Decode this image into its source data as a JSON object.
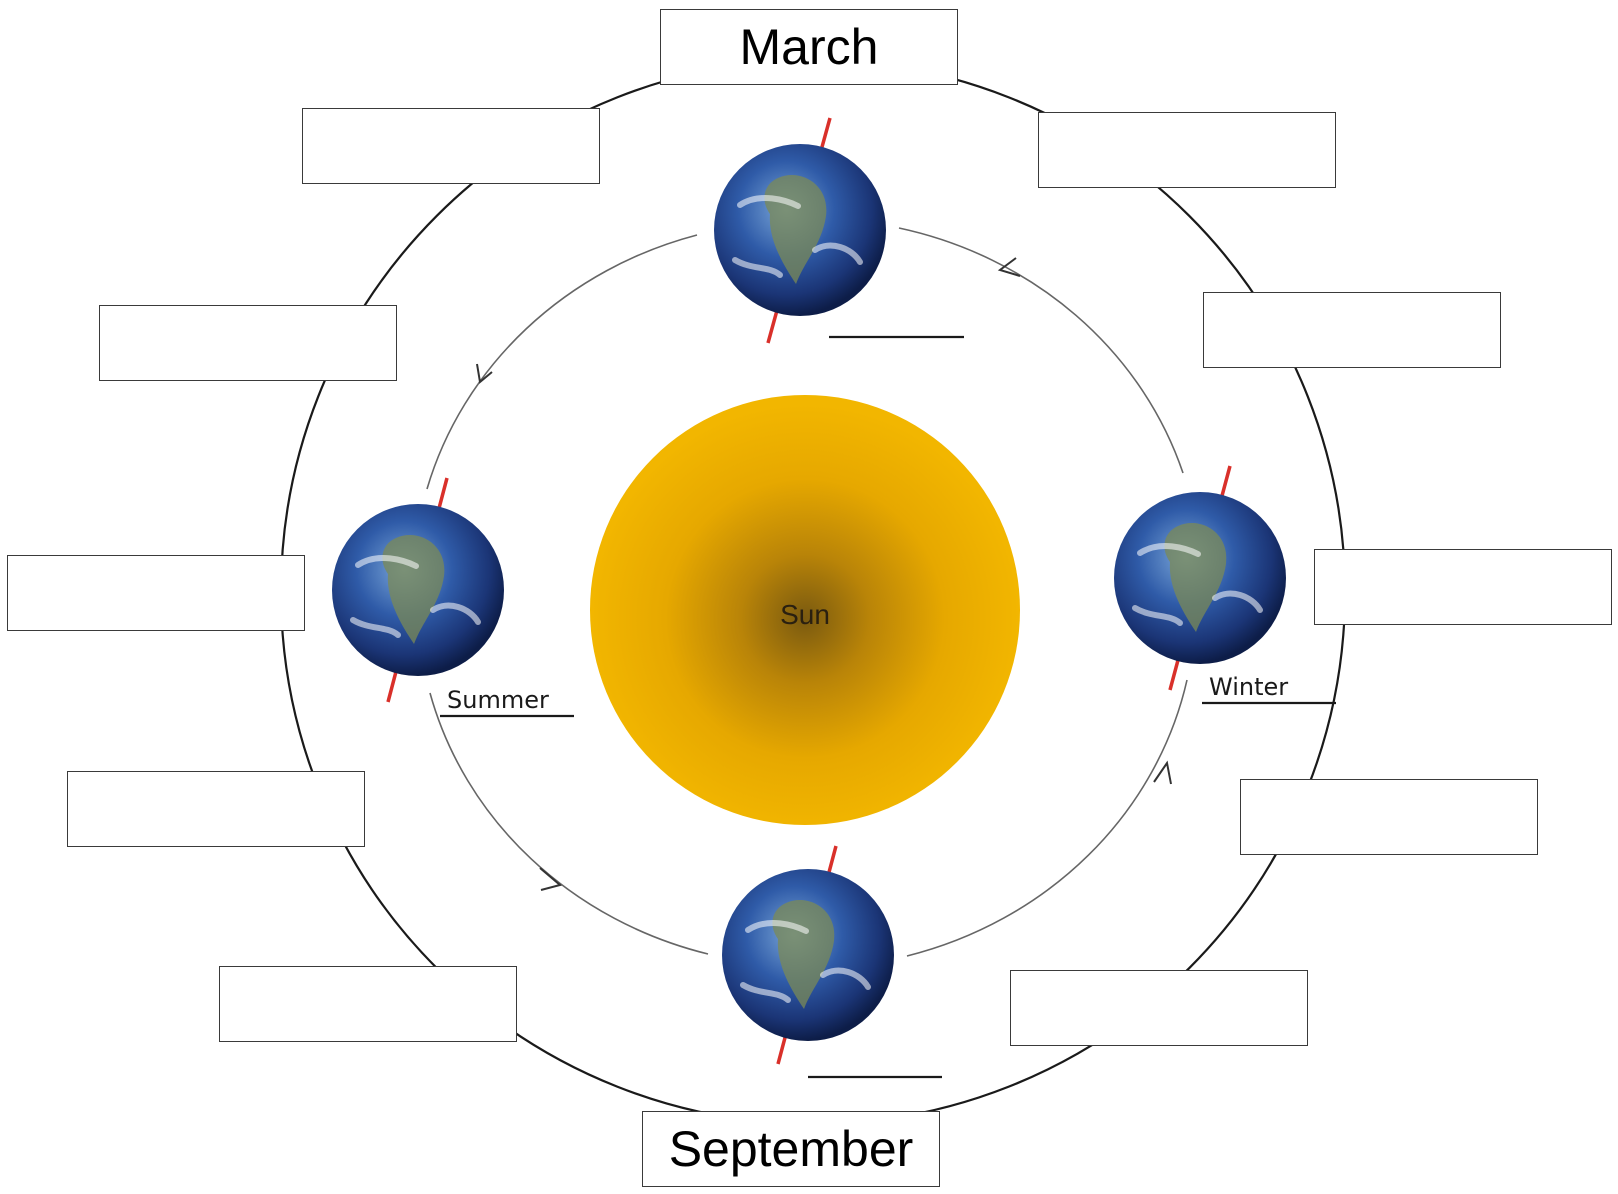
{
  "sun": {
    "label": "Sun"
  },
  "months": {
    "top": "March",
    "bottom": "September"
  },
  "seasons": {
    "left": "Summer",
    "right": "Winter"
  },
  "blank_boxes": [
    "",
    "",
    "",
    "",
    "",
    "",
    "",
    "",
    "",
    ""
  ],
  "colors": {
    "sun_outer": "#f0b400",
    "sun_core": "#8a6208",
    "axis": "#d9302a",
    "ocean": "#2d4f9e",
    "orbit": "#555555",
    "outer_ring": "#1a1a1a"
  }
}
